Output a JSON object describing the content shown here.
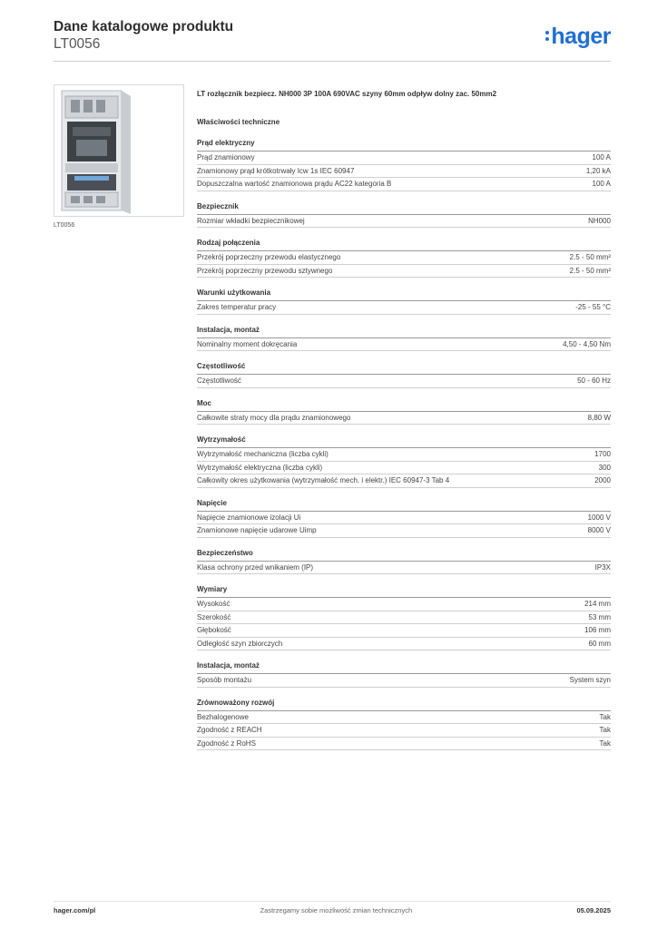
{
  "header": {
    "title": "Dane katalogowe produktu",
    "code": "LT0056",
    "logo": "hager"
  },
  "photo": {
    "caption": "LT0056"
  },
  "description": "LT rozłącznik bezpiecz. NH000 3P 100A 690VAC szyny 60mm odpływ dolny zac. 50mm2",
  "properties_title": "Właściwości techniczne",
  "sections": [
    {
      "title": "Prąd elektryczny",
      "rows": [
        {
          "label": "Prąd znamionowy",
          "value": "100 A"
        },
        {
          "label": "Znamionowy prąd krótkotrwały Icw 1s IEC 60947",
          "value": "1,20 kA"
        },
        {
          "label": "Dopuszczalna wartość znamionowa prądu AC22 kategoria B",
          "value": "100 A"
        }
      ]
    },
    {
      "title": "Bezpiecznik",
      "rows": [
        {
          "label": "Rozmiar wkładki bezpiecznikowej",
          "value": "NH000"
        }
      ]
    },
    {
      "title": "Rodzaj połączenia",
      "rows": [
        {
          "label": "Przekrój poprzeczny przewodu elastycznego",
          "value": "2.5 - 50 mm²"
        },
        {
          "label": "Przekrój poprzeczny przewodu sztywnego",
          "value": "2.5 - 50 mm²"
        }
      ]
    },
    {
      "title": "Warunki użytkowania",
      "rows": [
        {
          "label": "Zakres temperatur pracy",
          "value": "-25 - 55 °C"
        }
      ]
    },
    {
      "title": "Instalacja, montaż",
      "rows": [
        {
          "label": "Nominalny moment dokręcania",
          "value": "4,50 - 4,50 Nm"
        }
      ]
    },
    {
      "title": "Częstotliwość",
      "rows": [
        {
          "label": "Częstotliwość",
          "value": "50 - 60 Hz"
        }
      ]
    },
    {
      "title": "Moc",
      "rows": [
        {
          "label": "Całkowite straty mocy dla prądu znamionowego",
          "value": "8,80 W"
        }
      ]
    },
    {
      "title": "Wytrzymałość",
      "rows": [
        {
          "label": "Wytrzymałość mechaniczna (liczba cykli)",
          "value": "1700"
        },
        {
          "label": "Wytrzymałość elektryczna (liczba cykli)",
          "value": "300"
        },
        {
          "label": "Całkowity okres użytkowania (wytrzymałość mech. i elektr.) IEC 60947-3 Tab 4",
          "value": "2000"
        }
      ]
    },
    {
      "title": "Napięcie",
      "rows": [
        {
          "label": "Napięcie znamionowe izolacji Ui",
          "value": "1000 V"
        },
        {
          "label": "Znamionowe napięcie udarowe Uimp",
          "value": "8000 V"
        }
      ]
    },
    {
      "title": "Bezpieczeństwo",
      "rows": [
        {
          "label": "Klasa ochrony przed wnikaniem (IP)",
          "value": "IP3X"
        }
      ]
    },
    {
      "title": "Wymiary",
      "rows": [
        {
          "label": "Wysokość",
          "value": "214 mm"
        },
        {
          "label": "Szerokość",
          "value": "53 mm"
        },
        {
          "label": "Głębokość",
          "value": "106 mm"
        },
        {
          "label": "Odległość szyn zbiorczych",
          "value": "60 mm"
        }
      ]
    },
    {
      "title": "Instalacja, montaż",
      "rows": [
        {
          "label": "Sposób montażu",
          "value": "System szyn"
        }
      ]
    },
    {
      "title": "Zrównoważony rozwój",
      "rows": [
        {
          "label": "Bezhalogenowe",
          "value": "Tak"
        },
        {
          "label": "Zgodność z REACH",
          "value": "Tak"
        },
        {
          "label": "Zgodność z RoHS",
          "value": "Tak"
        }
      ]
    }
  ],
  "footer": {
    "website": "hager.com/pl",
    "note": "Zastrzegamy sobie możliwość zmian technicznych",
    "date": "05.09.2025"
  }
}
